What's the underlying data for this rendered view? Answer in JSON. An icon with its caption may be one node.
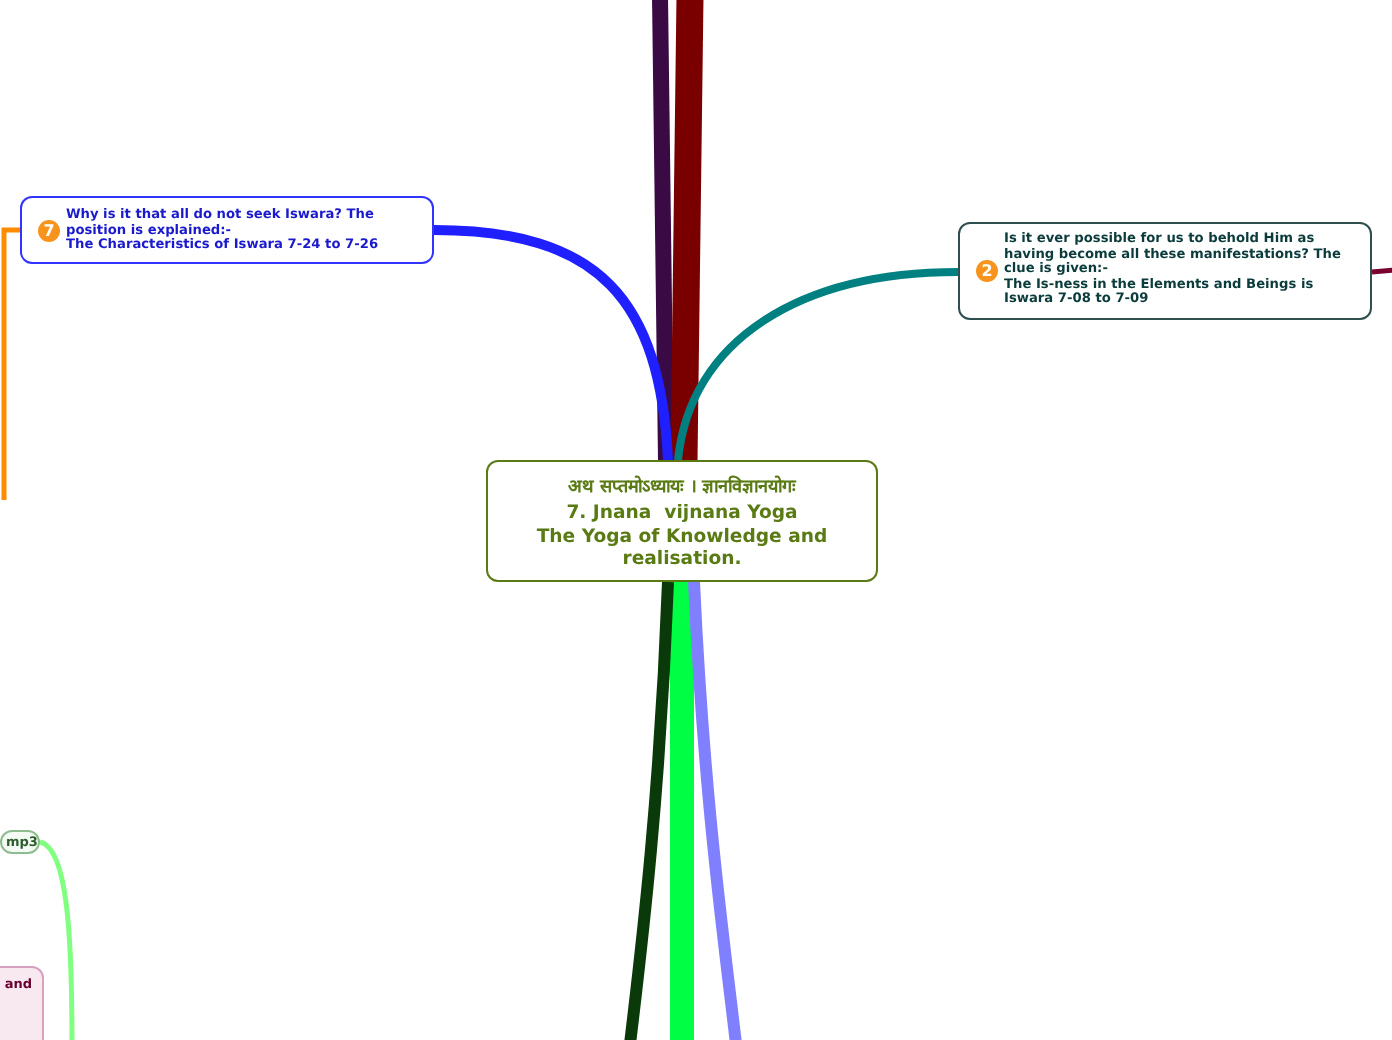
{
  "diagram": {
    "nodes": [
      {
        "text": [
          "अथ सप्तमोऽध्यायः ।   ज्ञानविज्ञानयोगः",
          "7. Jnana  vijnana Yoga",
          "The Yoga of Knowledge and realisation."
        ]
      },
      {
        "text": [
          "7",
          "Why is it that all do not seek Iswara? The position is explained:-",
          "The Characteristics of Iswara 7-24 to 7-26"
        ]
      },
      {
        "text": [
          "2",
          "Is it ever possible for us to behold Him as having become all these manifestations? The clue is given:-",
          "The Is-ness in the Elements and Beings is Iswara 7-08 to 7-09"
        ]
      },
      {
        "text": [
          "mp3"
        ]
      },
      {
        "text": [
          "and"
        ]
      }
    ],
    "edges": [
      {
        "from": 0,
        "to": null,
        "arrow": "none",
        "color": "#3a0a45"
      },
      {
        "from": 0,
        "to": null,
        "arrow": "none",
        "style": "thick",
        "color": "#7a0000"
      },
      {
        "from": 0,
        "to": 1,
        "arrow": "none",
        "color": "#1f1fff"
      },
      {
        "from": 0,
        "to": 2,
        "arrow": "none",
        "color": "#008080"
      },
      {
        "from": 0,
        "to": null,
        "arrow": "none",
        "style": "thick",
        "color": "#00ff44"
      },
      {
        "from": 0,
        "to": null,
        "arrow": "none",
        "color": "#8080ff"
      },
      {
        "from": 0,
        "to": null,
        "arrow": "none",
        "color": "#0a3a0a"
      },
      {
        "from": 1,
        "to": null,
        "arrow": "none",
        "color": "#ff8c00"
      },
      {
        "from": 2,
        "to": null,
        "arrow": "none",
        "color": "#7a0030"
      },
      {
        "from": 3,
        "to": null,
        "arrow": "none",
        "color": "#80ff80"
      }
    ]
  }
}
